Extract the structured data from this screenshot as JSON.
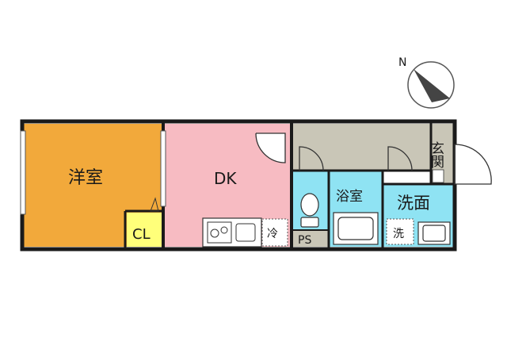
{
  "rooms": {
    "western_room": "洋室",
    "dk": "DK",
    "closet": "CL",
    "bathroom": "浴室",
    "washroom": "洗面",
    "pipe_space": "PS",
    "entrance": "玄関",
    "refrigerator": "冷",
    "washing_machine": "洗"
  },
  "compass": {
    "label": "N"
  },
  "colors": {
    "western_room": "#F2A93B",
    "dk": "#F7BBC2",
    "hallway": "#C9C6B7",
    "wet_area": "#8FE3F3",
    "closet": "#FFFF7A",
    "wall": "#1A1A1A"
  }
}
